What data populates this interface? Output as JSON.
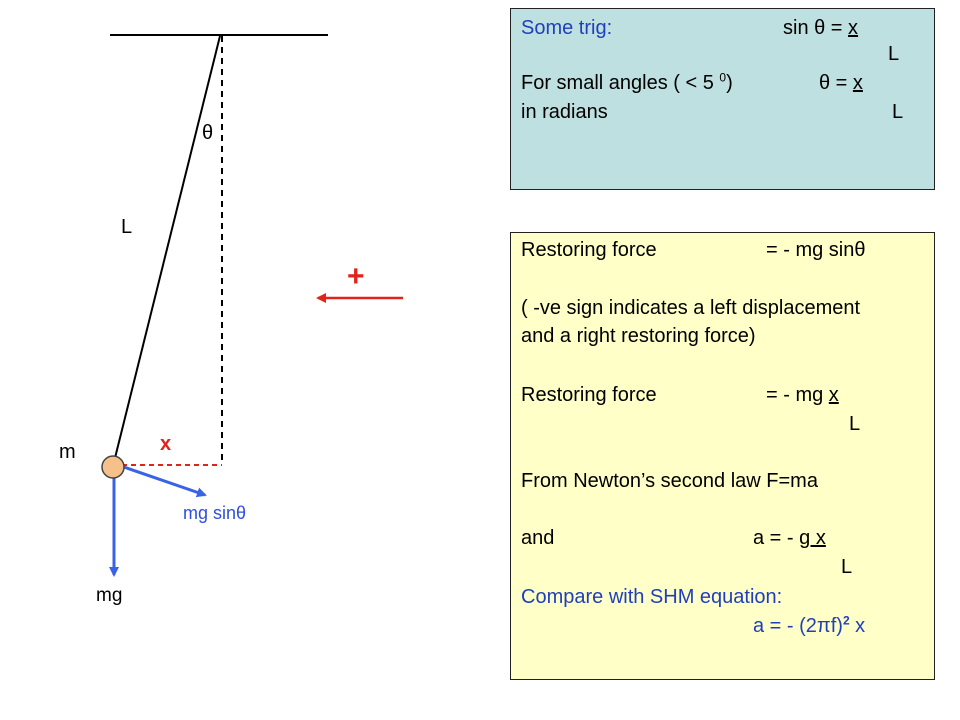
{
  "diagram": {
    "theta_label": "θ",
    "length_label": "L",
    "mass_label": "m",
    "displacement_label": "x",
    "weight_label": "mg",
    "component_label": "mg sinθ",
    "positive_label": "+"
  },
  "trig_box": {
    "line1_left": "Some trig:",
    "line1_right_prefix": "sin θ  =  ",
    "line1_num": "x",
    "line1_den": "L",
    "line2_left_prefix": "For small angles  ( < 5 ",
    "line2_sup": "0",
    "line2_left_suffix": ")",
    "line2_right_prefix": "θ  =  ",
    "line2_num": "x",
    "line3_left": "in radians",
    "line3_den": "L"
  },
  "restoring_box": {
    "line1_label": "Restoring force",
    "line1_eq": "=  - mg sinθ",
    "note_line1": "( -ve sign indicates a left displacement",
    "note_line2": "and a right restoring force)",
    "line2_label": "Restoring force",
    "line2_eq_prefix": "=  - mg ",
    "line2_num": "x",
    "line2_den": "L",
    "newton_line": "From Newton’s second law    F=ma",
    "and_label": "and",
    "accel_prefix": "a =   -  ",
    "accel_num": "g x",
    "accel_den": "L",
    "compare_line": "Compare with SHM equation:",
    "shm_prefix": "a  =   - (2πf)",
    "shm_sup": "2",
    "shm_suffix": " x"
  },
  "colors": {
    "pendulum_line": "#000000",
    "force_arrow": "#3a62e6",
    "positive_arrow": "#e2231a",
    "bob_fill": "#f5c08a",
    "trig_bg": "#bfe0e0",
    "restoring_bg": "#ffffc8"
  }
}
